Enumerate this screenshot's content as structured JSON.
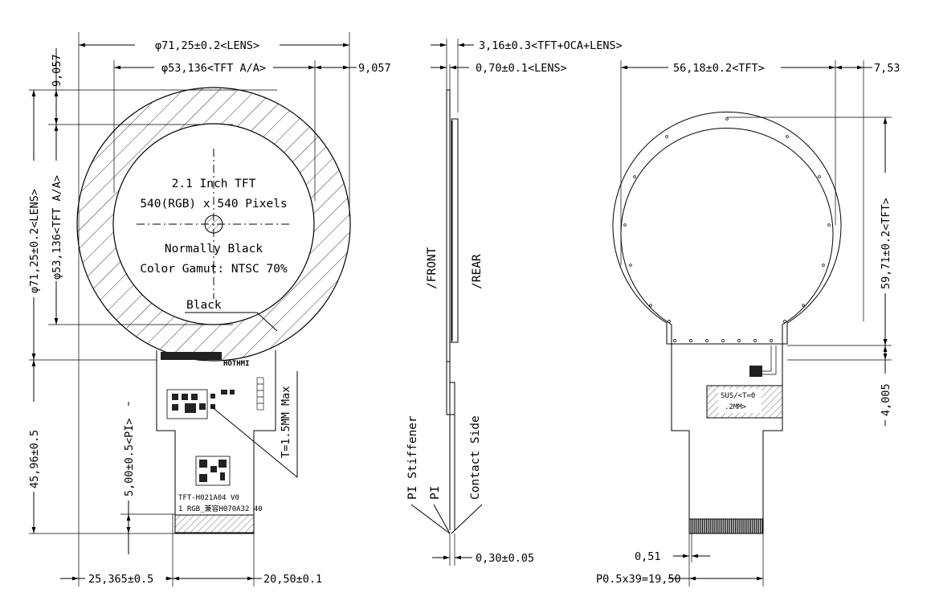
{
  "front_view": {
    "dims": {
      "lens_diameter_top": "φ71,25±0.2<LENS>",
      "tft_aa_diameter_top": "φ53,136<TFT A/A>",
      "offset_right": "9,057",
      "offset_left_vertical": "9,057",
      "lens_diameter_side": "φ71,25±0.2<LENS>",
      "tft_aa_diameter_side": "φ53,136<TFT A/A>",
      "overall_height": "45,96±0.5",
      "pi_length": "5,00±0.5<PI>",
      "left_offset": "25,365±0.5",
      "tail_width": "20,50±0.1"
    },
    "display_text": {
      "line1": "2.1 Inch TFT",
      "line2": "540(RGB) x 540 Pixels",
      "line3": "Normally Black",
      "line4": "Color Gamut: NTSC 70%"
    },
    "black_label": "Black",
    "brand": "HOTHMI",
    "thickness_note": "T=1.5MM Max",
    "part_number": "TFT-H021A04 V0",
    "part_sub": "1 RGB_兼容H070A32 40"
  },
  "side_view": {
    "dims": {
      "total_thickness": "3,16±0.3<TFT+OCA+LENS>",
      "lens_thickness": "0,70±0.1<LENS>",
      "fpc_thickness": "0,30±0.05"
    },
    "labels": {
      "front": "/FRONT",
      "rear": "/REAR",
      "pi_stiffener": "PI Stiffener",
      "pi": "PI",
      "contact_side": "Contact Side"
    }
  },
  "rear_view": {
    "dims": {
      "tft_width": "56,18±0.2<TFT>",
      "right_offset": "7,53",
      "tft_height": "59,71±0.2<TFT>",
      "bottom_offset": "4,005",
      "pin_width": "0,51",
      "pitch": "P0.5x39=19,50"
    },
    "sus_label_1": "SUS/<T=0",
    "sus_label_2": ".2MM>"
  }
}
